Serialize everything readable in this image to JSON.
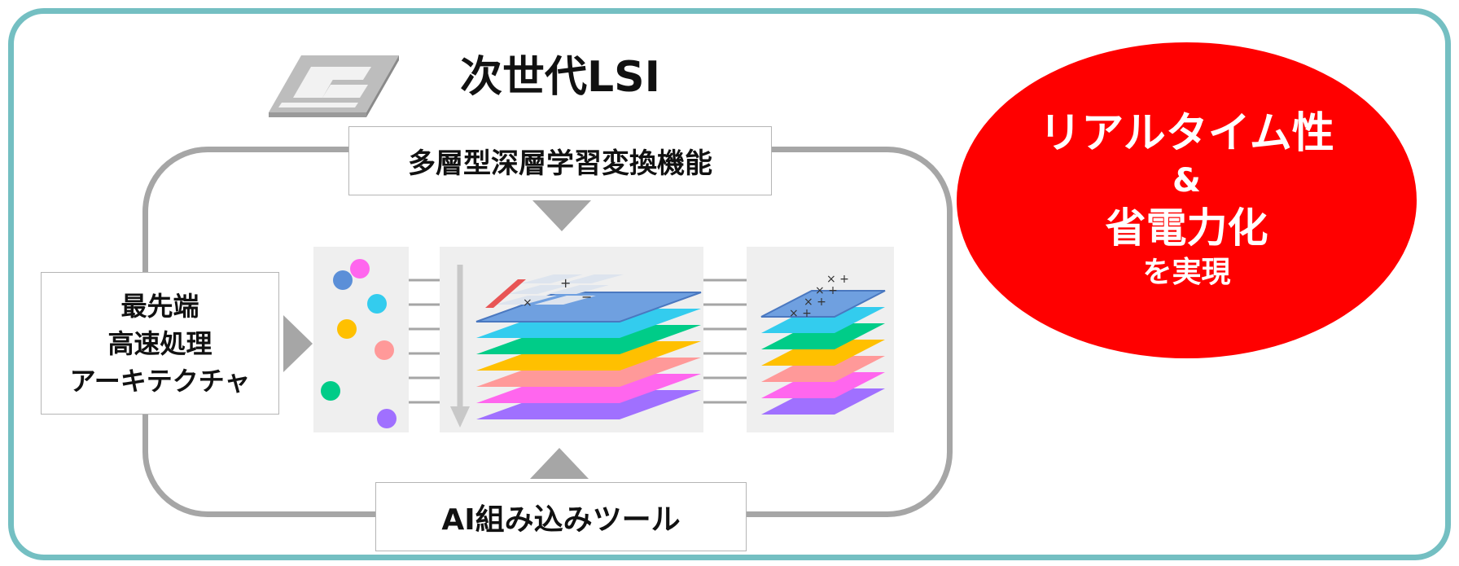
{
  "title": "次世代LSI",
  "top_box": "多層型深層学習変換機能",
  "bottom_box": "AI組み込みツール",
  "left_box": [
    "最先端",
    "高速処理",
    "アーキテクチャ"
  ],
  "result": [
    "リアルタイム性",
    "&",
    "省電力化",
    "を実現"
  ],
  "layer_colors": [
    "#a070ff",
    "#ff66ee",
    "#ff9999",
    "#ffc000",
    "#00cc88",
    "#33ccee",
    "#6fa0e0"
  ],
  "dot_colors": [
    "#ff66ee",
    "#5b8fd8",
    "#33ccee",
    "#ffc000",
    "#ff9999",
    "#00cc88",
    "#a070ff"
  ],
  "colors": {
    "frame": "#74bfc2",
    "loop": "#a6a6a6",
    "highlight": "#ff0000"
  }
}
